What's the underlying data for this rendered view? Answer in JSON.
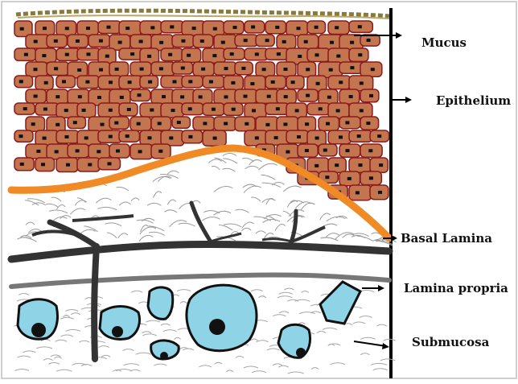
{
  "labels": {
    "mucus": "Mucus",
    "epithelium": "Epithelium",
    "basal_lamina": "Basal Lamina",
    "lamina_propria": "Lamina propria",
    "submucosa": "Submucosa"
  },
  "colors": {
    "cell_fill": "#c2754f",
    "cell_border": "#8b1a1a",
    "nucleus": "#111111",
    "basal_lamina": "#f08a24",
    "vessel": "#333333",
    "gland_fill": "#8fd3e6",
    "fiber": "#999999",
    "mucus_band": "#8a7a3a"
  },
  "icons": {
    "tissue_layers": "tissue-cross-section-icon"
  }
}
